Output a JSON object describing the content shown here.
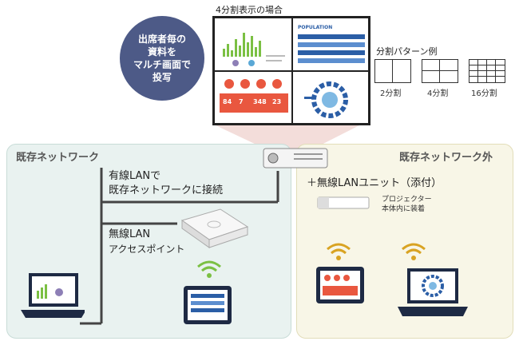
{
  "header": {
    "split4_title": "4分割表示の場合"
  },
  "bubble": {
    "line1": "出席者毎の",
    "line2": "資料を",
    "line3": "マルチ画面で",
    "line4": "投写"
  },
  "screen": {
    "poster_title": "POPULATION",
    "stats": [
      "84",
      "7",
      "348",
      "23"
    ]
  },
  "patterns": {
    "title": "分割パターン例",
    "p2": "2分割",
    "p4": "4分割",
    "p16": "16分割"
  },
  "left": {
    "title": "既存ネットワーク",
    "wired_line1": "有線LANで",
    "wired_line2": "既存ネットワークに接続",
    "ap_line1": "無線LAN",
    "ap_line2": "アクセスポイント"
  },
  "right": {
    "title": "既存ネットワーク外",
    "unit": "＋無線LANユニット（添付）",
    "note_line1": "プロジェクター",
    "note_line2": "本体内に装着"
  },
  "colors": {
    "bubble": "#4d5a87",
    "left_bg": "#e9f2f0",
    "right_bg": "#f8f6e7",
    "wifi_green": "#7bc043",
    "wifi_gold": "#d9a322",
    "accent_blue": "#2b5ea6"
  }
}
